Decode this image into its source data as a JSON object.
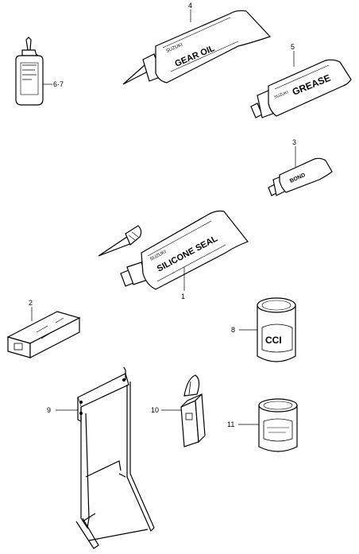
{
  "diagram": {
    "callouts": {
      "oil_bottle": "6·7",
      "gear_oil_tube": "4",
      "grease_tube": "5",
      "small_tube": "3",
      "silicone_tube": "1",
      "block": "2",
      "can_large": "8",
      "stand": "9",
      "stick_container": "10",
      "can_small": "11"
    },
    "tube_labels": {
      "gear_oil_maker": "SUZUKI",
      "gear_oil": "GEAR OIL",
      "grease_maker": "SUZUKI",
      "grease": "GREASE",
      "silicone_maker": "SUZUKI",
      "silicone": "SILICONE SEAL",
      "small_tube": "BOND"
    },
    "can_labels": {
      "large_can": "CCI"
    }
  }
}
